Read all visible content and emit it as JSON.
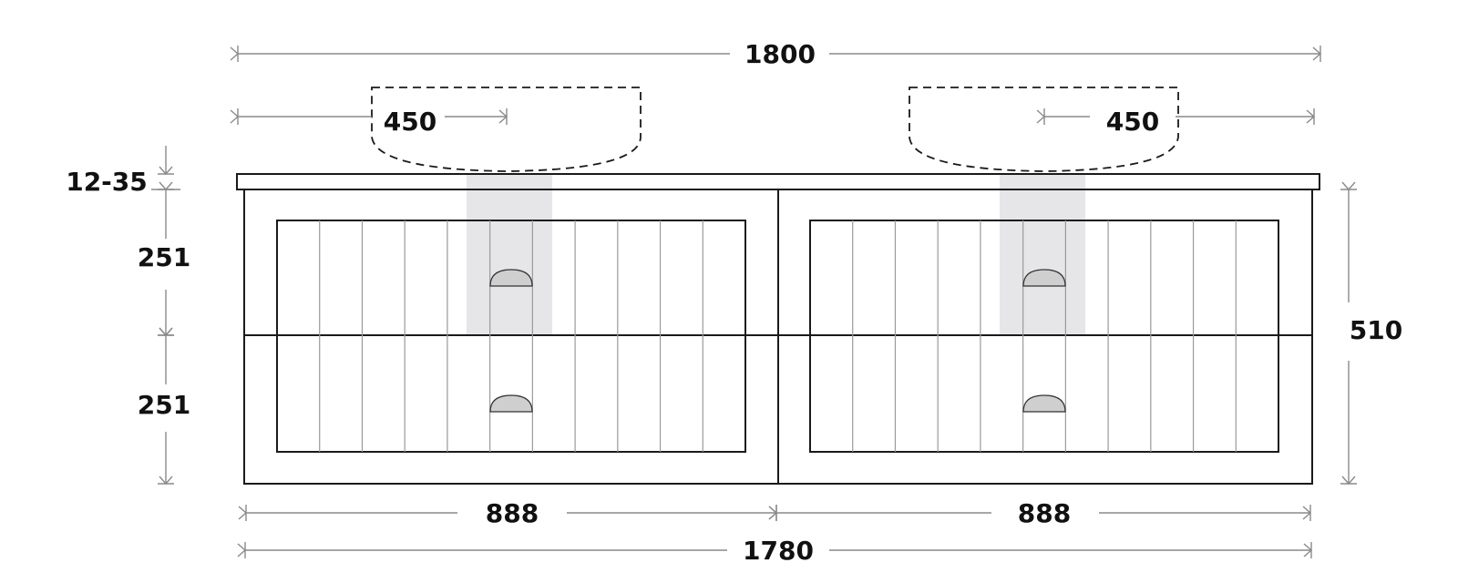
{
  "dimensions": {
    "overall_top": "1800",
    "basin_left": "450",
    "basin_right": "450",
    "benchtop_thickness": "12-35",
    "drawer_top_height": "251",
    "drawer_bottom_height": "251",
    "cabinet_height": "510",
    "cabinet_left_width": "888",
    "cabinet_right_width": "888",
    "overall_bottom": "1780"
  },
  "colors": {
    "line": "#1a1a1a",
    "dimension": "#8a8a8a",
    "basin_shade": "#e6e6e8",
    "handle": "#cfcfcf"
  },
  "icons": [
    "arrow-tick-icon",
    "handle-icon"
  ]
}
